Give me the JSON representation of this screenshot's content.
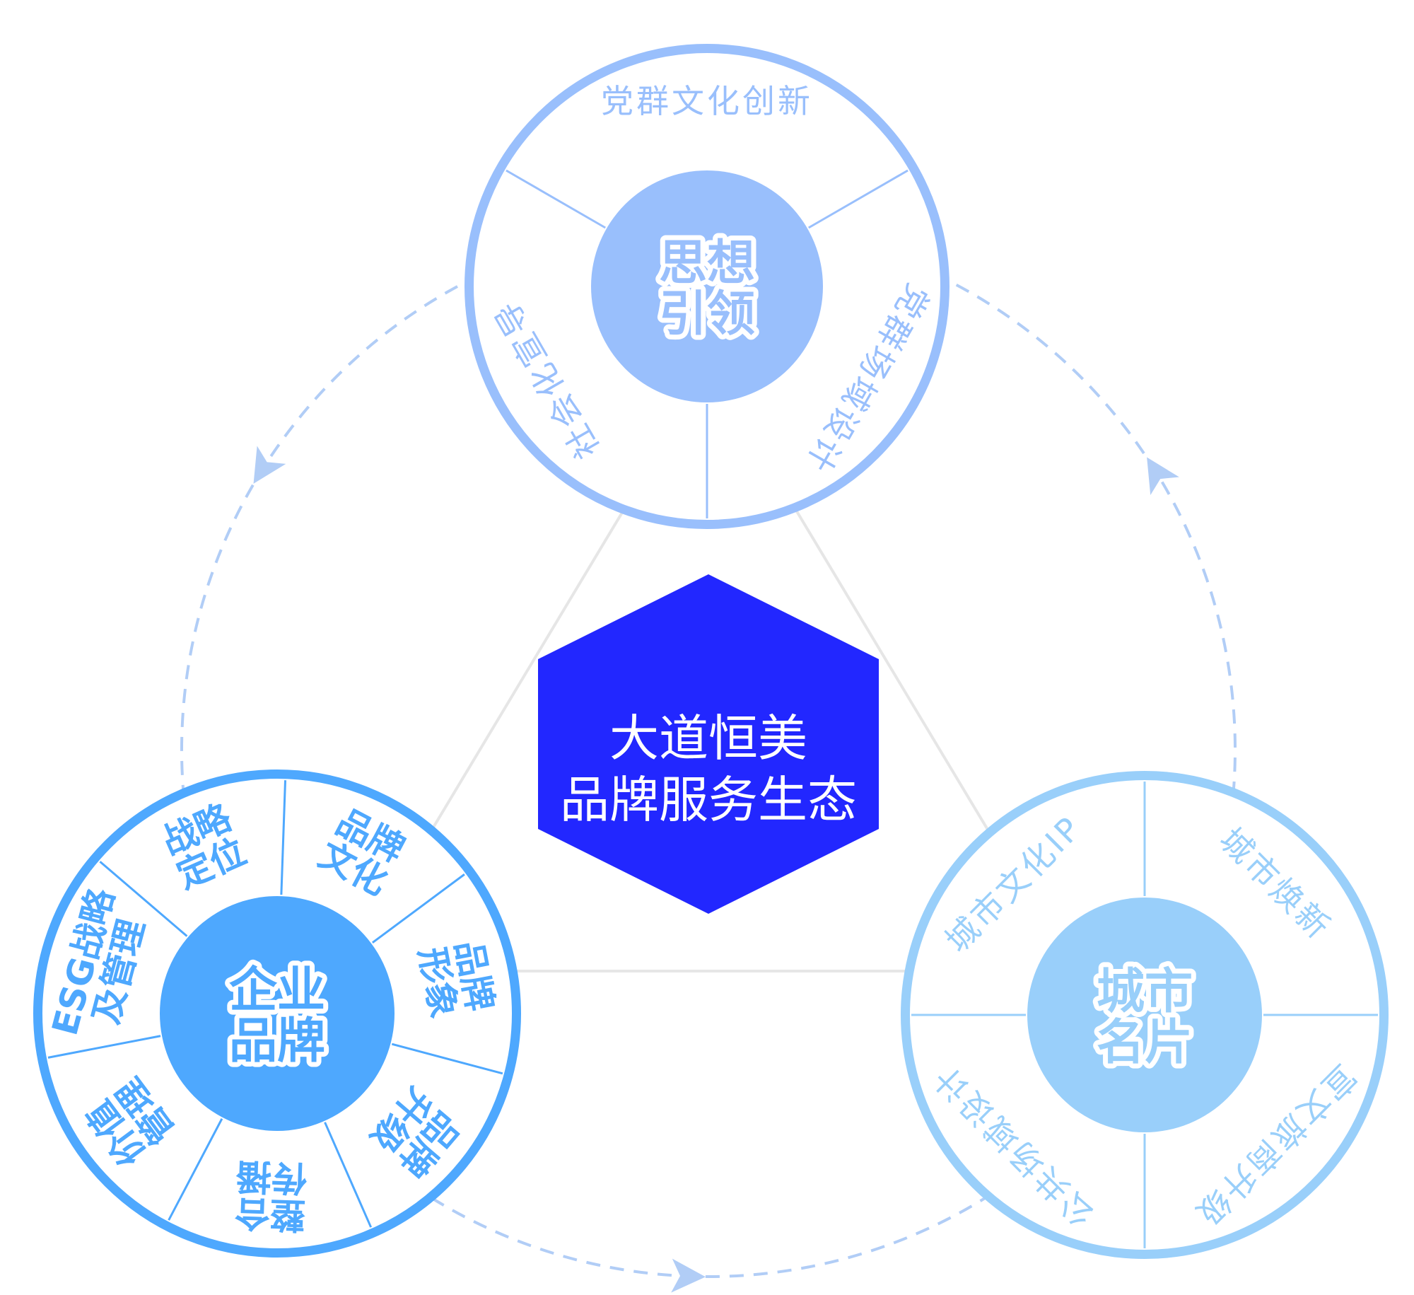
{
  "center": {
    "lines": [
      "大道恒美",
      "品牌服务生态"
    ],
    "color": "#2227ff",
    "text_color": "#ffffff"
  },
  "connector_color": "#e6e6e6",
  "cycle_arrow_color": "#b1cdf6",
  "modules": [
    {
      "id": "thought",
      "title_lines": [
        "思想",
        "引领"
      ],
      "color": "#99bffc",
      "segments": [
        {
          "label_lines": [
            "党群文化创新"
          ]
        },
        {
          "label_lines": [
            "党群场域设计"
          ]
        },
        {
          "label_lines": [
            "社会化宣导"
          ]
        }
      ]
    },
    {
      "id": "enterprise",
      "title_lines": [
        "企业",
        "品牌"
      ],
      "color": "#4ea8fe",
      "segments": [
        {
          "label_lines": [
            "品牌",
            "文化"
          ]
        },
        {
          "label_lines": [
            "品牌",
            "形象"
          ]
        },
        {
          "label_lines": [
            "品牌",
            "升级"
          ]
        },
        {
          "label_lines": [
            "整合",
            "传播"
          ]
        },
        {
          "label_lines": [
            "价值",
            "管理"
          ]
        },
        {
          "label_lines": [
            "ESG战略",
            "及管理"
          ]
        },
        {
          "label_lines": [
            "战略",
            "定位"
          ]
        }
      ]
    },
    {
      "id": "city",
      "title_lines": [
        "城市",
        "名片"
      ],
      "color": "#99cffa",
      "segments": [
        {
          "label_lines": [
            "城市焕新"
          ]
        },
        {
          "label_lines": [
            "宣文旅商升级"
          ]
        },
        {
          "label_lines": [
            "公共场域设计"
          ]
        },
        {
          "label_lines": [
            "城市文化IP"
          ]
        }
      ]
    }
  ]
}
